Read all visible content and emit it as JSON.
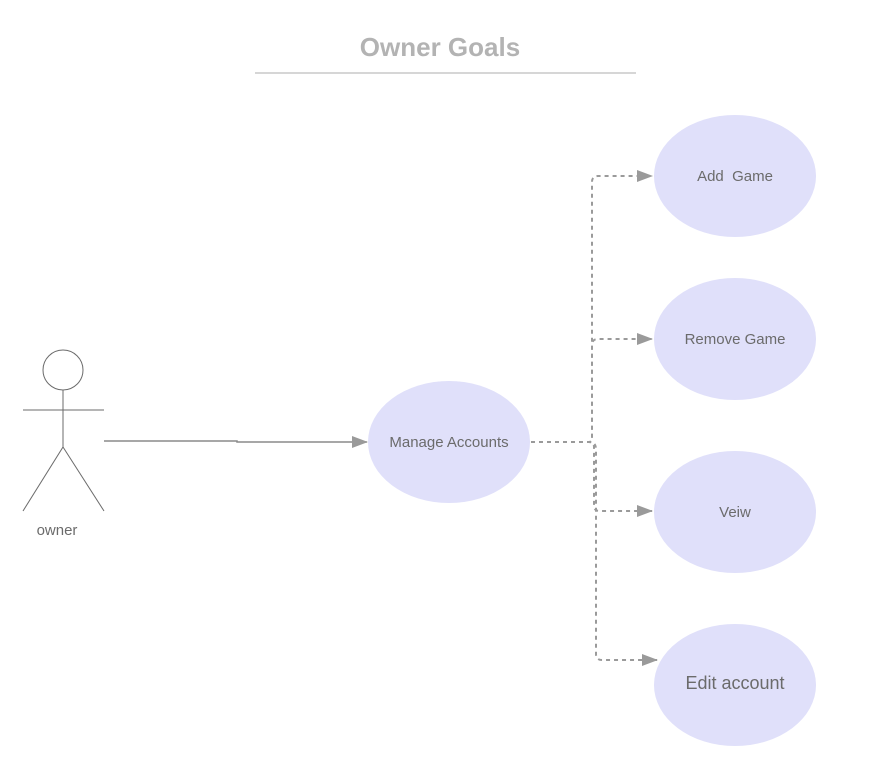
{
  "diagram": {
    "title": "Owner Goals",
    "actor": {
      "label": "owner"
    },
    "central_use_case": {
      "label": "Manage Accounts"
    },
    "use_cases": [
      {
        "id": "add-game",
        "label": "Add  Game"
      },
      {
        "id": "remove-game",
        "label": "Remove Game"
      },
      {
        "id": "view",
        "label": "Veiw"
      },
      {
        "id": "edit-account",
        "label": "Edit account"
      }
    ],
    "colors": {
      "use_case_fill": "#e0e0fa",
      "title": "#b3b3b3",
      "text": "#6b6b6b",
      "line": "#9a9a9a"
    }
  }
}
